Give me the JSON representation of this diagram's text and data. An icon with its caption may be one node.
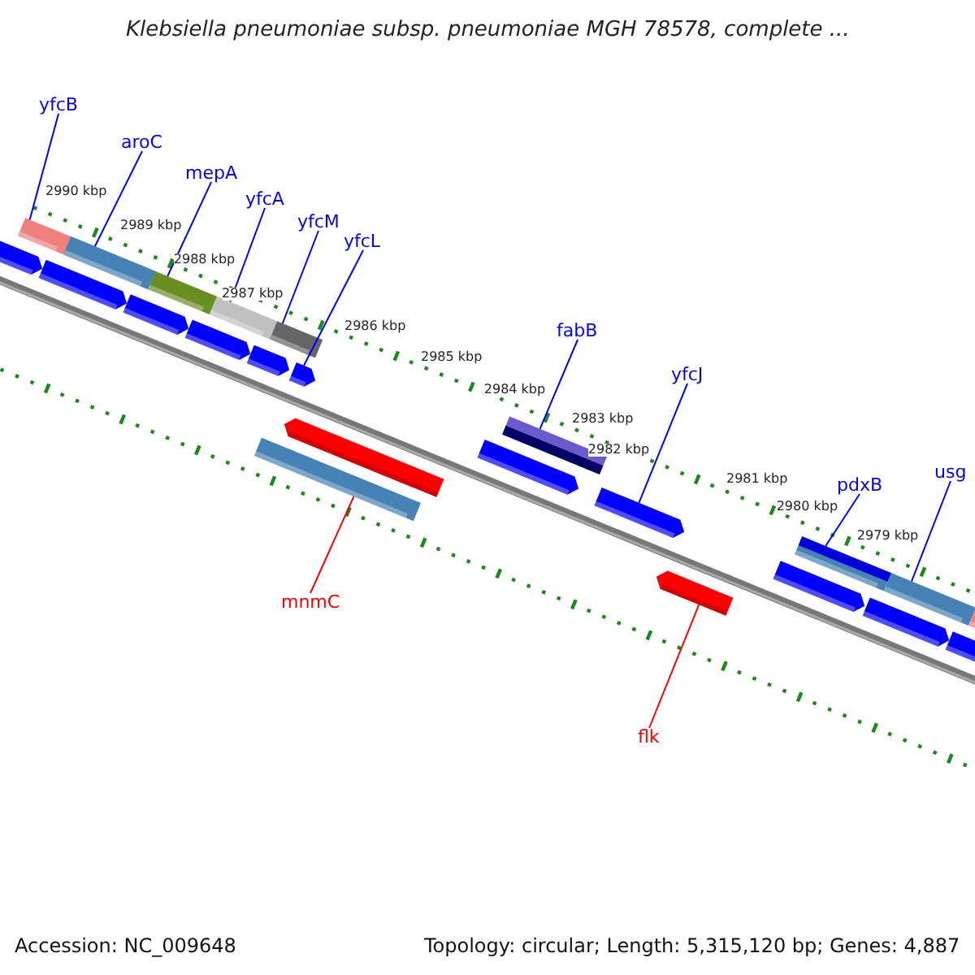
{
  "diagram": {
    "title": "Klebsiella pneumoniae subsp. pneumoniae MGH 78578, complete ...",
    "nodes": [
      {
        "text": [
          "yfcB"
        ]
      },
      {
        "text": [
          "aroC"
        ]
      },
      {
        "text": [
          "mepA"
        ]
      },
      {
        "text": [
          "yfcA"
        ]
      },
      {
        "text": [
          "yfcM"
        ]
      },
      {
        "text": [
          "yfcL"
        ]
      },
      {
        "text": [
          "fabB"
        ]
      },
      {
        "text": [
          "yfcJ"
        ]
      },
      {
        "text": [
          "pdxB"
        ]
      },
      {
        "text": [
          "usg"
        ]
      },
      {
        "text": [
          "mnmC"
        ]
      },
      {
        "text": [
          "flk"
        ]
      },
      {
        "text": [],
        "shape": "bar"
      },
      {
        "text": [],
        "shape": "bar"
      },
      {
        "text": [],
        "shape": "bar"
      },
      {
        "text": [],
        "shape": "bar"
      },
      {
        "text": [],
        "shape": "bar"
      },
      {
        "text": [],
        "shape": "bar"
      },
      {
        "text": [],
        "shape": "bar"
      },
      {
        "text": [],
        "shape": "bar"
      },
      {
        "text": [],
        "shape": "bar"
      },
      {
        "text": [],
        "shape": "bar"
      },
      {
        "text": [],
        "shape": "bar"
      },
      {
        "text": [],
        "shape": "bar"
      },
      {
        "text": [],
        "shape": "bar"
      }
    ],
    "edges": [
      {
        "from": 0,
        "to": 12,
        "arrow": "none"
      },
      {
        "from": 1,
        "to": 13,
        "arrow": "none"
      },
      {
        "from": 2,
        "to": 14,
        "arrow": "none"
      },
      {
        "from": 3,
        "to": 15,
        "arrow": "none"
      },
      {
        "from": 4,
        "to": 16,
        "arrow": "none"
      },
      {
        "from": 5,
        "to": 17,
        "arrow": "none"
      },
      {
        "from": 6,
        "to": 18,
        "arrow": "none"
      },
      {
        "from": 7,
        "to": 19,
        "arrow": "none"
      },
      {
        "from": 8,
        "to": 20,
        "arrow": "none"
      },
      {
        "from": 9,
        "to": 21,
        "arrow": "none"
      },
      {
        "from": 10,
        "to": 22,
        "arrow": "none",
        "color": "#ff0000"
      },
      {
        "from": 11,
        "to": 23,
        "arrow": "none",
        "color": "#ff0000"
      }
    ],
    "labels": [
      "2990 kbp",
      "2989 kbp",
      "2988 kbp",
      "2987 kbp",
      "2986 kbp",
      "2985 kbp",
      "2984 kbp",
      "2983 kbp",
      "2982 kbp",
      "2981 kbp",
      "2980 kbp",
      "2979 kbp",
      "Accession: NC_009648",
      "Topology: circular; Length: 5,315,120 bp; Genes: 4,887"
    ]
  }
}
